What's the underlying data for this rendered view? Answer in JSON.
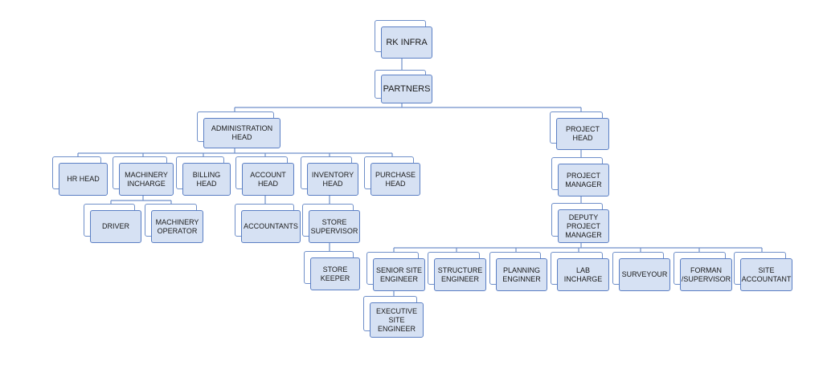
{
  "org_chart": {
    "root": "RK INFRA",
    "partners": "PARTNERS",
    "admin": {
      "head": "ADMINISTRATION\nHEAD",
      "hr_head": "HR HEAD",
      "machinery_incharge": "MACHINERY\nINCHARGE",
      "driver": "DRIVER",
      "machinery_operator": "MACHINERY\nOPERATOR",
      "billing_head": "BILLING\nHEAD",
      "account_head": "ACCOUNT\nHEAD",
      "accountants": "ACCOUNTANTS",
      "inventory_head": "INVENTORY\nHEAD",
      "store_supervisor": "STORE\nSUPERVISOR",
      "store_keeper": "STORE\nKEEPER",
      "purchase_head": "PURCHASE\nHEAD"
    },
    "project": {
      "head": "PROJECT\nHEAD",
      "manager": "PROJECT\nMANAGER",
      "deputy_manager": "DEPUTY\nPROJECT\nMANAGER",
      "senior_site_engineer": "SENIOR SITE\nENGINEER",
      "executive_site_engineer": "EXECUTIVE\nSITE\nENGINEER",
      "structure_engineer": "STRUCTURE\nENGINEER",
      "planning_engineer": "PLANNING\nENGINNER",
      "lab_incharge": "LAB INCHARGE",
      "surveyour": "SURVEYOUR",
      "forman_supervisor": "FORMAN\n/SUPERVISOR",
      "site_accountant": "SITE\nACCOUNTANT"
    }
  }
}
